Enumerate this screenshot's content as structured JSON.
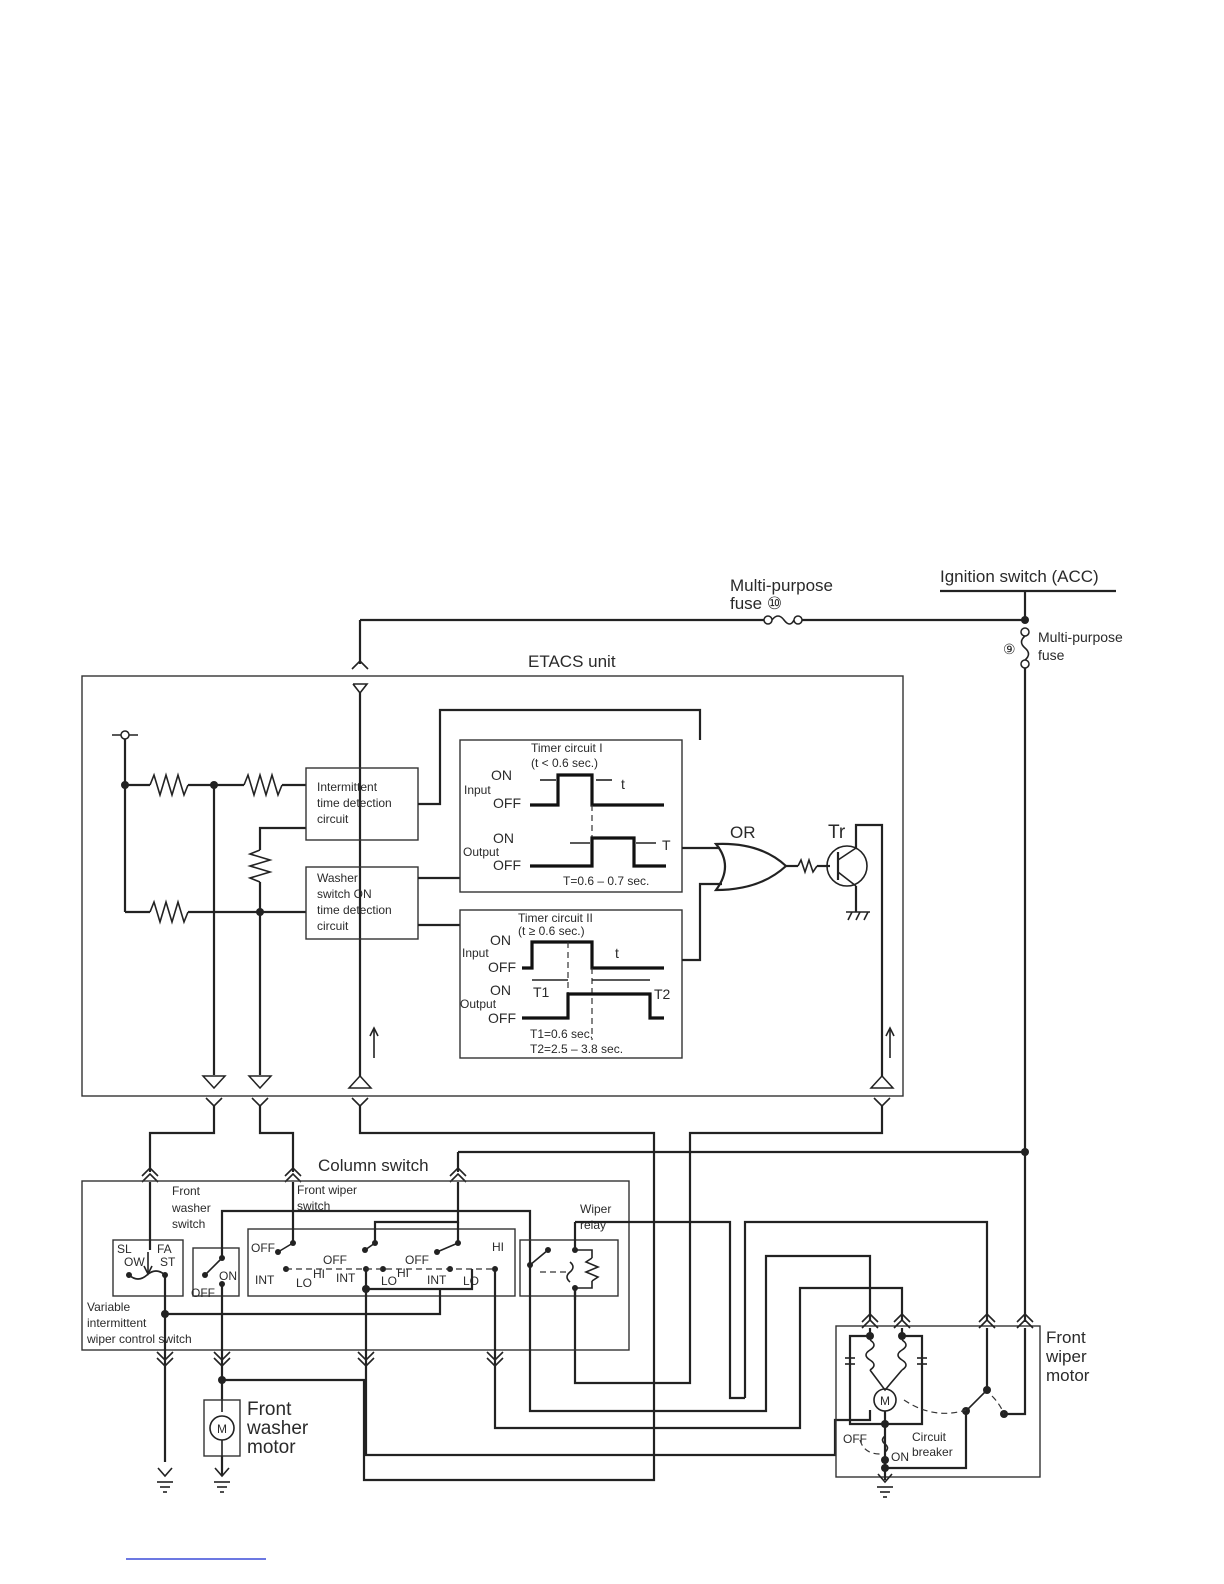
{
  "labels": {
    "ignition_switch": "Ignition switch (ACC)",
    "mp_fuse_10_line1": "Multi-purpose",
    "mp_fuse_10_line2": "fuse ⑩",
    "mp_fuse_9_line1": "Multi-purpose",
    "mp_fuse_9_num": "⑨",
    "mp_fuse_9_line2": "fuse",
    "etacs_unit": "ETACS unit",
    "intermittent_l1": "Intermittent",
    "intermittent_l2": "time detection",
    "intermittent_l3": "circuit",
    "washer_l1": "Washer",
    "washer_l2": "switch ON",
    "washer_l3": "time detection",
    "washer_l4": "circuit",
    "timer1_title": "Timer circuit I",
    "timer1_cond": "(t < 0.6 sec.)",
    "timer1_note": "T=0.6 – 0.7 sec.",
    "timer2_title": "Timer circuit II",
    "timer2_cond": "(t ≥ 0.6 sec.)",
    "timer2_note1": "T1=0.6 sec.",
    "timer2_note2": "T2=2.5 – 3.8 sec.",
    "on": "ON",
    "off": "OFF",
    "input": "Input",
    "output": "Output",
    "t_small": "t",
    "t_big": "T",
    "t1": "T1",
    "t2": "T2",
    "or_gate": "OR",
    "transistor": "Tr",
    "column_switch": "Column switch",
    "front_washer_switch_l1": "Front",
    "front_washer_switch_l2": "washer",
    "front_washer_switch_l3": "switch",
    "front_wiper_switch_l1": "Front wiper",
    "front_wiper_switch_l2": "switch",
    "wiper_relay_l1": "Wiper",
    "wiper_relay_l2": "relay",
    "sl": "SL",
    "fa": "FA",
    "ow": "OW",
    "st": "ST",
    "int": "INT",
    "lo": "LO",
    "hi": "HI",
    "variable_l1": "Variable",
    "variable_l2": "intermittent",
    "variable_l3": "wiper control switch",
    "washer_motor_l1": "Front",
    "washer_motor_l2": "washer",
    "washer_motor_l3": "motor",
    "wiper_motor_l1": "Front",
    "wiper_motor_l2": "wiper",
    "wiper_motor_l3": "motor",
    "circuit_breaker_l1": "Circuit",
    "circuit_breaker_l2": "breaker",
    "m": "M"
  }
}
